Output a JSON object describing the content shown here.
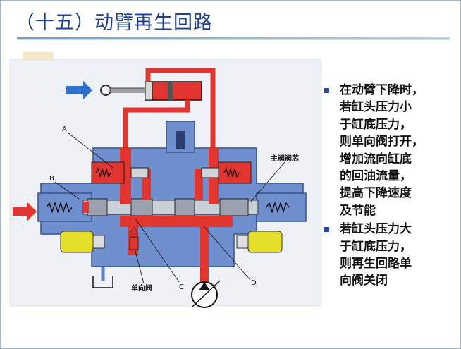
{
  "title": "（十五）动臂再生回路",
  "diagram": {
    "label_a": "A",
    "label_b": "B",
    "label_c": "C",
    "label_d": "D",
    "label_main_spool": "主阀阀芯",
    "label_check_valve": "单向阀"
  },
  "bullets": [
    "在动臂下降时，\n若缸头压力小\n于缸底压力，\n则单向阀打开，\n增加流向缸底\n的回油流量，\n提高下降速度\n及节能",
    "若缸头压力大\n于缸底压力，\n则再生回路单\n向阀关闭"
  ],
  "colors": {
    "title": "#1f3f8f",
    "bullet": "#2a45a8",
    "oil_high": "#e2352f",
    "oil_return": "#5b7fd0",
    "body": "#6f8fcf",
    "solenoid": "#e5df2a",
    "arrow_blue": "#2f6fd0",
    "arrow_red": "#e2352f"
  }
}
